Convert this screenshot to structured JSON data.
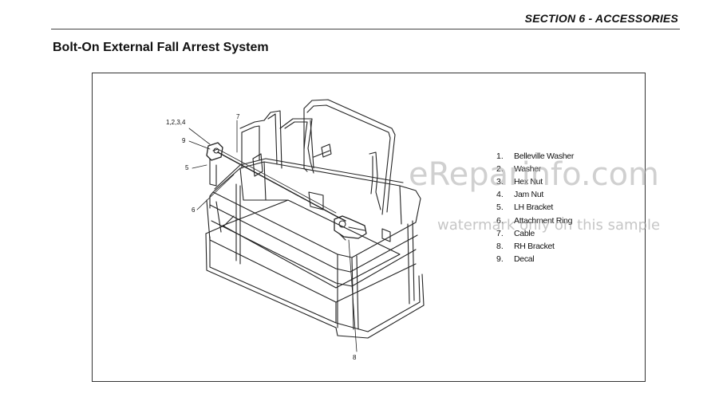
{
  "header": {
    "section": "SECTION 6 - ACCESSORIES"
  },
  "page": {
    "title": "Bolt-On External Fall Arrest System"
  },
  "callouts": {
    "c1234": "1,2,3,4",
    "c7": "7",
    "c9": "9",
    "c5": "5",
    "c6": "6",
    "c8": "8"
  },
  "parts": [
    {
      "num": "1.",
      "label": "Belleville Washer"
    },
    {
      "num": "2.",
      "label": "Washer"
    },
    {
      "num": "3.",
      "label": "Hex Nut"
    },
    {
      "num": "4.",
      "label": "Jam Nut"
    },
    {
      "num": "5.",
      "label": "LH Bracket"
    },
    {
      "num": "6.",
      "label": "Attachment Ring"
    },
    {
      "num": "7.",
      "label": "Cable"
    },
    {
      "num": "8.",
      "label": "RH Bracket"
    },
    {
      "num": "9.",
      "label": "Decal"
    }
  ],
  "watermark": {
    "main": "eReparinfo.com",
    "sub": "watermark only on this sample"
  },
  "colors": {
    "line": "#222222",
    "watermark": "#aaaaaa"
  }
}
